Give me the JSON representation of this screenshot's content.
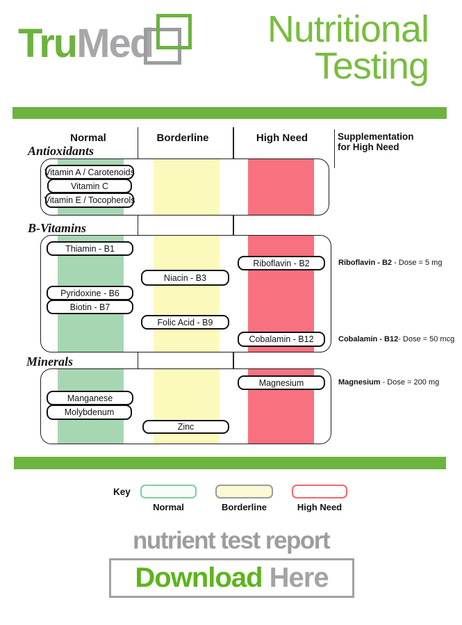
{
  "header": {
    "logo_part1": "Tru",
    "logo_part2": "Med",
    "title_line1": "Nutritional",
    "title_line2": "Testing"
  },
  "columns": {
    "normal": "Normal",
    "borderline": "Borderline",
    "high_need": "High Need",
    "supplementation_line1": "Supplementation",
    "supplementation_line2": "for High Need"
  },
  "sections": [
    {
      "title": "Antioxidants",
      "items": [
        {
          "label": "Vitamin A / Carotenoids",
          "status": "normal"
        },
        {
          "label": "Vitamin C",
          "status": "normal"
        },
        {
          "label": "Vitamin E / Tocopherols",
          "status": "normal"
        }
      ]
    },
    {
      "title": "B-Vitamins",
      "items": [
        {
          "label": "Thiamin - B1",
          "status": "normal"
        },
        {
          "label": "Riboflavin - B2",
          "status": "high_need"
        },
        {
          "label": "Niacin - B3",
          "status": "borderline"
        },
        {
          "label": "Pyridoxine - B6",
          "status": "normal"
        },
        {
          "label": "Biotin - B7",
          "status": "normal"
        },
        {
          "label": "Folic Acid - B9",
          "status": "borderline"
        },
        {
          "label": "Cobalamin - B12",
          "status": "high_need"
        }
      ]
    },
    {
      "title": "Minerals",
      "items": [
        {
          "label": "Magnesium",
          "status": "high_need"
        },
        {
          "label": "Manganese",
          "status": "normal"
        },
        {
          "label": "Molybdenum",
          "status": "normal"
        },
        {
          "label": "Zinc",
          "status": "borderline"
        }
      ]
    }
  ],
  "supplement_notes": [
    {
      "name": "Riboflavin - B2",
      "dose": " - Dose = 5 mg"
    },
    {
      "name": "Cobalamin - B12",
      "dose": "- Dose = 50 mcg"
    },
    {
      "name": "Magnesium",
      "dose": " - Dose = 200 mg"
    }
  ],
  "key": {
    "label": "Key",
    "normal": "Normal",
    "borderline": "Borderline",
    "high_need": "High Need"
  },
  "footer": {
    "report_title": "nutrient test report",
    "download_word": "Download",
    "here_word": " Here"
  },
  "colors": {
    "accent_green": "#6cb43e",
    "logo_gray": "#a7a7a9",
    "band_normal": "#a7d7b2",
    "band_borderline": "#fbfabc",
    "band_high_need": "#f8717f",
    "key_normal_border": "#7ed09e",
    "key_borderline_border": "#9a9a9a",
    "key_high_need_border": "#f4646f",
    "download_green": "#5db41c",
    "footer_gray": "#9d9d9d"
  }
}
